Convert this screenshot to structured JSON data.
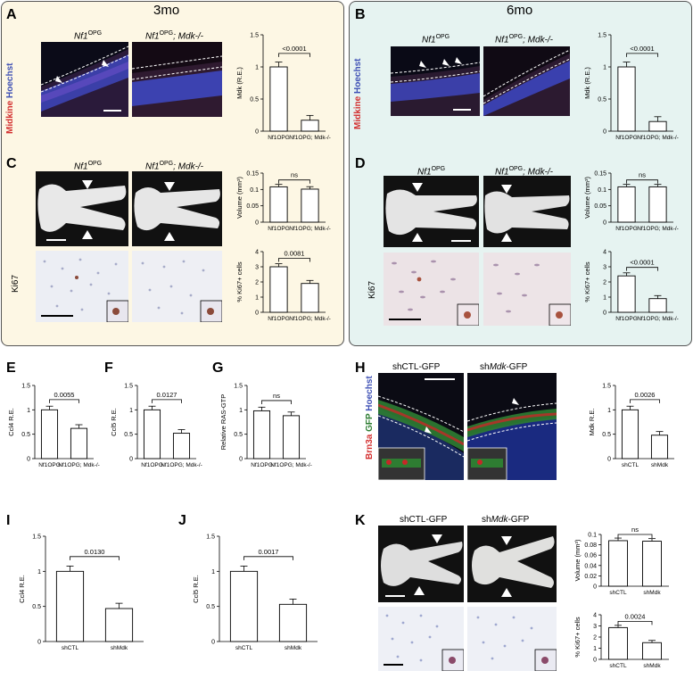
{
  "labels": {
    "A": "A",
    "B": "B",
    "C": "C",
    "D": "D",
    "E": "E",
    "F": "F",
    "G": "G",
    "H": "H",
    "I": "I",
    "J": "J",
    "K": "K",
    "h3mo": "3mo",
    "h6mo": "6mo",
    "nf1": "Nf1",
    "opg": "OPG",
    "mdk_suffix": "; Mdk-/-",
    "midkine": "Midkine",
    "hoechst": "Hoechst",
    "ki67": "Ki67",
    "brn3a": "Brn3a",
    "gfp": "GFP",
    "shctl_gfp": "shCTL-GFP",
    "shmdk_gfp_pre": "sh",
    "shmdk_gfp_mid": "Mdk",
    "shmdk_gfp_post": "-GFP"
  },
  "colors": {
    "left_bg": "#fdf7e4",
    "right_bg": "#e6f3f1"
  },
  "chart_data": [
    {
      "id": "A",
      "type": "bar",
      "categories": [
        "Nf1OPG",
        "Nf1OPG; Mdk-/-"
      ],
      "values": [
        1.0,
        0.17
      ],
      "ylabel": "Mdk (R.E.)",
      "ylim": [
        0,
        1.5
      ],
      "yticks": [
        0,
        0.5,
        1.0,
        1.5
      ],
      "sig": "<0.0001"
    },
    {
      "id": "B",
      "type": "bar",
      "categories": [
        "Nf1OPG",
        "Nf1OPG; Mdk-/-"
      ],
      "values": [
        1.0,
        0.15
      ],
      "ylabel": "Mdk (R.E.)",
      "ylim": [
        0,
        1.5
      ],
      "yticks": [
        0,
        0.5,
        1.0,
        1.5
      ],
      "sig": "<0.0001"
    },
    {
      "id": "C1",
      "type": "bar",
      "categories": [
        "Nf1OPG",
        "Nf1OPG; Mdk-/-"
      ],
      "values": [
        0.108,
        0.101
      ],
      "ylabel": "Volume (mm³)",
      "ylim": [
        0,
        0.15
      ],
      "yticks": [
        0,
        0.05,
        0.1,
        0.15
      ],
      "sig": "ns"
    },
    {
      "id": "C2",
      "type": "bar",
      "categories": [
        "Nf1OPG",
        "Nf1OPG; Mdk-/-"
      ],
      "values": [
        3.0,
        1.9
      ],
      "ylabel": "% Ki67+ cells",
      "ylim": [
        0,
        4
      ],
      "yticks": [
        0,
        1,
        2,
        3,
        4
      ],
      "sig": "0.0081"
    },
    {
      "id": "D1",
      "type": "bar",
      "categories": [
        "Nf1OPG",
        "Nf1OPG; Mdk-/-"
      ],
      "values": [
        0.108,
        0.108
      ],
      "ylabel": "Volume (mm³)",
      "ylim": [
        0,
        0.15
      ],
      "yticks": [
        0,
        0.05,
        0.1,
        0.15
      ],
      "sig": "ns"
    },
    {
      "id": "D2",
      "type": "bar",
      "categories": [
        "Nf1OPG",
        "Nf1OPG; Mdk-/-"
      ],
      "values": [
        2.4,
        0.9
      ],
      "ylabel": "% Ki67+ cells",
      "ylim": [
        0,
        4
      ],
      "yticks": [
        0,
        1,
        2,
        3,
        4
      ],
      "sig": "<0.0001"
    },
    {
      "id": "E",
      "type": "bar",
      "categories": [
        "Nf1OPG",
        "Nf1OPG; Mdk-/-"
      ],
      "values": [
        1.0,
        0.62
      ],
      "ylabel": "Ccl4 R.E.",
      "ylim": [
        0,
        1.5
      ],
      "yticks": [
        0,
        0.5,
        1.0,
        1.5
      ],
      "sig": "0.0055"
    },
    {
      "id": "F",
      "type": "bar",
      "categories": [
        "Nf1OPG",
        "Nf1OPG; Mdk-/-"
      ],
      "values": [
        1.0,
        0.52
      ],
      "ylabel": "Ccl5 R.E.",
      "ylim": [
        0,
        1.5
      ],
      "yticks": [
        0,
        0.5,
        1.0,
        1.5
      ],
      "sig": "0.0127"
    },
    {
      "id": "G",
      "type": "bar",
      "categories": [
        "Nf1OPG",
        "Nf1OPG; Mdk-/-"
      ],
      "values": [
        0.98,
        0.88
      ],
      "ylabel": "Relative RAS-GTP",
      "ylim": [
        0,
        1.5
      ],
      "yticks": [
        0,
        0.5,
        1.0,
        1.5
      ],
      "sig": "ns"
    },
    {
      "id": "H",
      "type": "bar",
      "categories": [
        "shCTL",
        "shMdk"
      ],
      "values": [
        1.0,
        0.48
      ],
      "ylabel": "Mdk R.E.",
      "ylim": [
        0,
        1.5
      ],
      "yticks": [
        0,
        0.5,
        1.0,
        1.5
      ],
      "sig": "0.0026"
    },
    {
      "id": "I",
      "type": "bar",
      "categories": [
        "shCTL",
        "shMdk"
      ],
      "values": [
        1.0,
        0.47
      ],
      "ylabel": "Ccl4 R.E.",
      "ylim": [
        0,
        1.5
      ],
      "yticks": [
        0,
        0.5,
        1.0,
        1.5
      ],
      "sig": "0.0130"
    },
    {
      "id": "J",
      "type": "bar",
      "categories": [
        "shCTL",
        "shMdk"
      ],
      "values": [
        1.0,
        0.53
      ],
      "ylabel": "Ccl5 R.E.",
      "ylim": [
        0,
        1.5
      ],
      "yticks": [
        0,
        0.5,
        1.0,
        1.5
      ],
      "sig": "0.0017"
    },
    {
      "id": "K1",
      "type": "bar",
      "categories": [
        "shCTL",
        "shMdk"
      ],
      "values": [
        0.088,
        0.087
      ],
      "ylabel": "Volume (mm³)",
      "ylim": [
        0,
        0.1
      ],
      "yticks": [
        0,
        0.02,
        0.04,
        0.06,
        0.08,
        0.1
      ],
      "sig": "ns"
    },
    {
      "id": "K2",
      "type": "bar",
      "categories": [
        "shCTL",
        "shMdk"
      ],
      "values": [
        2.85,
        1.5
      ],
      "ylabel": "% Ki67+ cells",
      "ylim": [
        0,
        4
      ],
      "yticks": [
        0,
        1,
        2,
        3,
        4
      ],
      "sig": "0.0024"
    }
  ]
}
